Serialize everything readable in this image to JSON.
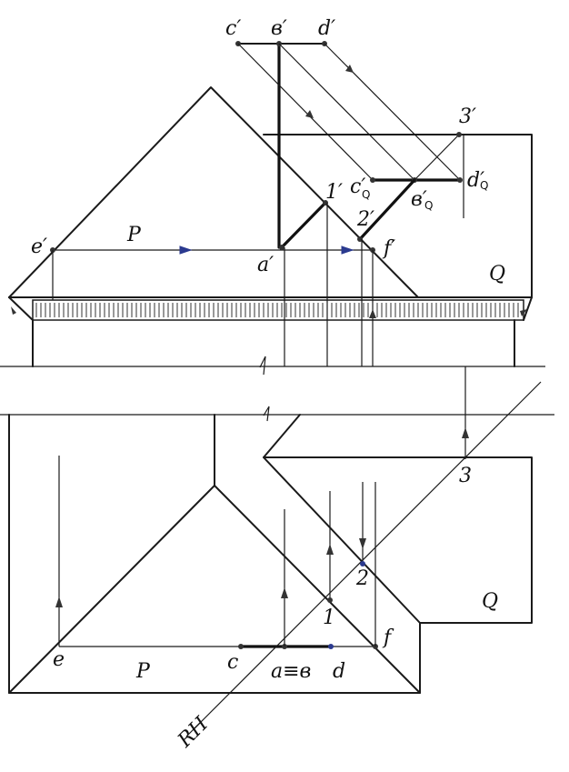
{
  "labels": {
    "c_prime": "c′",
    "b_prime": "в′",
    "d_prime": "d′",
    "three_prime": "3′",
    "one_prime": "1′",
    "two_prime": "2′",
    "cq_prime": "c′",
    "cq_sub": "Q",
    "bq_prime": "в′",
    "bq_sub": "Q",
    "dq_prime": "d′",
    "dq_sub": "Q",
    "e_prime": "e′",
    "a_prime": "a′",
    "f_prime": "f′",
    "P_top": "P",
    "Q_top": "Q",
    "three": "3",
    "two": "2",
    "one": "1",
    "Q_bottom": "Q",
    "e": "e",
    "P_bottom": "P",
    "c": "c",
    "a_eq_b": "a≡в",
    "d": "d",
    "f": "f",
    "RH": "RH"
  }
}
